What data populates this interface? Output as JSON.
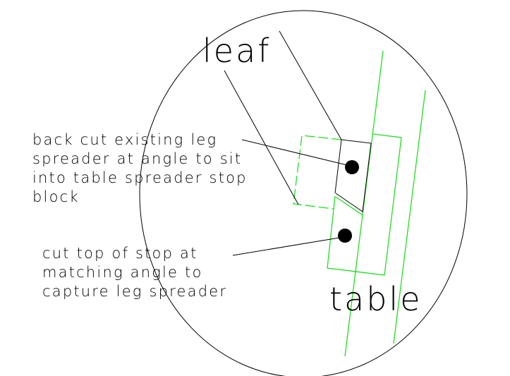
{
  "labels": {
    "leaf": "leaf",
    "table": "table",
    "note1": [
      "back cut existing leg",
      "spreader at angle to sit",
      "into table spreader stop",
      "block"
    ],
    "note2": [
      "cut top of stop at",
      "matching angle to",
      "capture leg spreader"
    ]
  },
  "colors": {
    "outline": "#000000",
    "table_lines": "#22dd22"
  }
}
